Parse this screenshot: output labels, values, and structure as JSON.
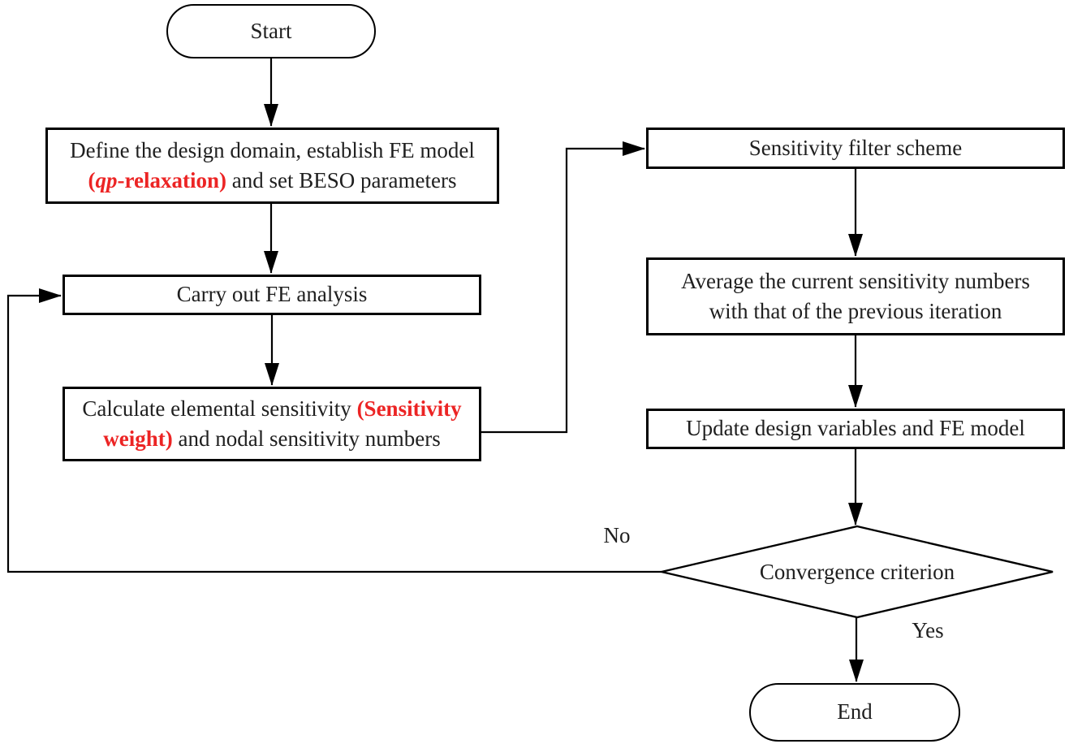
{
  "figure": {
    "type": "flowchart",
    "description": "BESO topology optimization procedure flowchart"
  },
  "colors": {
    "stroke": "#000000",
    "text": "#1f1f1f",
    "highlight": "#ec2424",
    "fill": "#ffffff"
  },
  "nodes": {
    "start": {
      "label": "Start"
    },
    "define": {
      "line1": "Define the design domain, establish FE model",
      "line2_paren_open": "(",
      "line2_qp": "qp",
      "line2_relaxation": "-relaxation)",
      "line2_rest": " and set BESO parameters"
    },
    "fe_analysis": {
      "label": "Carry out FE analysis"
    },
    "elemental_sensitivity": {
      "line1_pre": "Calculate elemental sensitivity ",
      "line1_highlight": "(Sensitivity",
      "line2_highlight": "weight)",
      "line2_rest": " and nodal sensitivity numbers"
    },
    "filter": {
      "label": "Sensitivity filter scheme"
    },
    "average": {
      "line1": "Average the current sensitivity numbers",
      "line2": "with that of the previous iteration"
    },
    "update": {
      "label": "Update design variables and FE model"
    },
    "decision": {
      "label": "Convergence criterion"
    },
    "end": {
      "label": "End"
    }
  },
  "edge_labels": {
    "no": "No",
    "yes": "Yes"
  }
}
